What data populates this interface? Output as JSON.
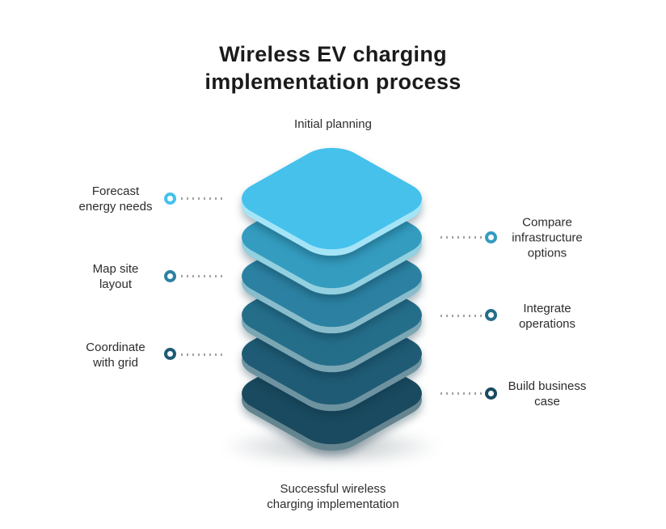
{
  "title": "Wireless EV charging\nimplementation process",
  "top_label": "Initial planning",
  "bottom_label": "Successful wireless\ncharging implementation",
  "steps": [
    {
      "name": "forecast-energy-needs",
      "label": "Forecast\nenergy needs",
      "side": "left",
      "face_color": "#45C1EC",
      "edge_color": "#A5E4F7"
    },
    {
      "name": "compare-infrastructure-options",
      "label": "Compare\ninfrastructure\noptions",
      "side": "right",
      "face_color": "#349CBF",
      "edge_color": "#93D0E0"
    },
    {
      "name": "map-site-layout",
      "label": "Map site\nlayout",
      "side": "left",
      "face_color": "#2C81A2",
      "edge_color": "#8ABDCC"
    },
    {
      "name": "integrate-operations",
      "label": "Integrate\noperations",
      "side": "right",
      "face_color": "#256E8A",
      "edge_color": "#7BA6B4"
    },
    {
      "name": "coordinate-with-grid",
      "label": "Coordinate\nwith grid",
      "side": "left",
      "face_color": "#1F5B74",
      "edge_color": "#6E93A0"
    },
    {
      "name": "build-business-case",
      "label": "Build business\ncase",
      "side": "right",
      "face_color": "#1A4A5F",
      "edge_color": "#64858F"
    }
  ],
  "colors": {
    "title_text": "#1b1b1b",
    "body_text": "#2c2c2c",
    "dotted_line": "#a2a2a2",
    "background": "#ffffff"
  }
}
